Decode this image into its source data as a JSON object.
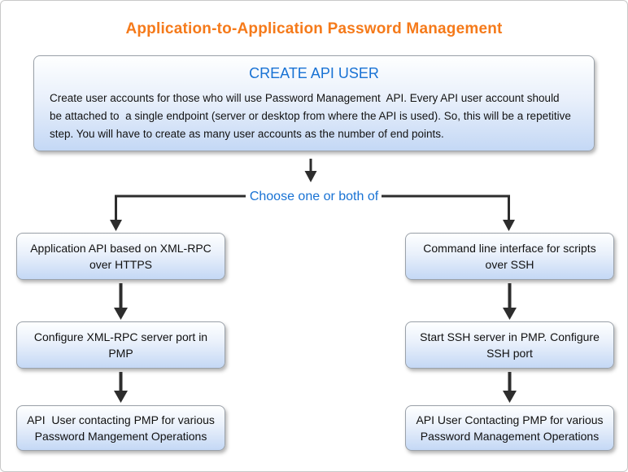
{
  "title": "Application-to-Application Password Management",
  "colors": {
    "title_orange": "#f57a1a",
    "heading_blue": "#1872d4",
    "arrow_black": "#2d2d2d",
    "box_gradient_top": "#feffff",
    "box_gradient_bottom": "#c4d8f5",
    "box_border": "#9aa1a9",
    "page_border": "#c9c9c9"
  },
  "create_box": {
    "heading": "CREATE API USER",
    "body_lines": [
      "Create user accounts for those who will use Password Management  API. Every API user account should",
      "be attached to  a single endpoint (server or desktop from where the API is used). So, this will be a repetitive",
      "step. You will have to create as many user accounts as the number of end points."
    ]
  },
  "connector": {
    "label": "Choose one or both of"
  },
  "branches": {
    "left": [
      {
        "lines": [
          "Application API based on XML-RPC",
          "over HTTPS"
        ]
      },
      {
        "lines": [
          "Configure XML-RPC server port in",
          "PMP"
        ]
      },
      {
        "lines": [
          "API  User contacting PMP for various",
          "Password Mangement Operations"
        ]
      }
    ],
    "right": [
      {
        "lines": [
          "Command line interface for scripts",
          "over SSH"
        ]
      },
      {
        "lines": [
          "Start SSH server in PMP. Configure",
          "SSH port"
        ]
      },
      {
        "lines": [
          "API User Contacting PMP for various",
          "Password Management Operations"
        ]
      }
    ]
  }
}
